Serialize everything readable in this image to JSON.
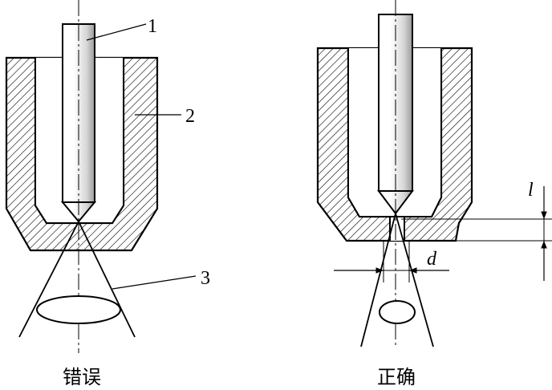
{
  "left_figure": {
    "caption": "错误",
    "labels": {
      "electrode": "1",
      "nozzle": "2",
      "arc": "3"
    }
  },
  "right_figure": {
    "caption": "正确",
    "dimensions": {
      "setback": "l",
      "orifice_diameter": "d"
    }
  }
}
